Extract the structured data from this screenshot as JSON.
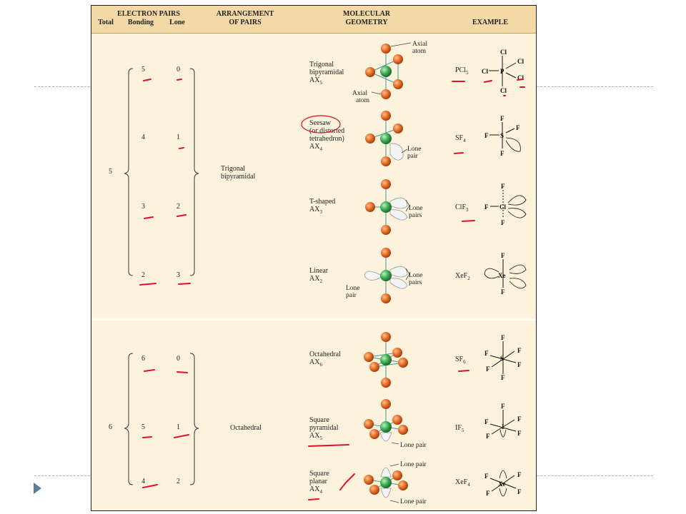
{
  "header": {
    "electron_pairs": "ELECTRON PAIRS",
    "total": "Total",
    "bonding": "Bonding",
    "lone": "Lone",
    "arrangement_l1": "ARRANGEMENT",
    "arrangement_l2": "OF PAIRS",
    "geometry_l1": "MOLECULAR",
    "geometry_l2": "GEOMETRY",
    "example": "EXAMPLE"
  },
  "groups": [
    {
      "total": "5",
      "arrangement_l1": "Trigonal",
      "arrangement_l2": "bipyramidal",
      "rows": [
        {
          "bonding": "5",
          "lone": "0",
          "geometry_lines": [
            "Trigonal",
            "bipyramidal"
          ],
          "ax_base": "AX",
          "ax_sub": "5",
          "example_base": "PCl",
          "example_sub": "5"
        },
        {
          "bonding": "4",
          "lone": "1",
          "geometry_lines": [
            "Seesaw",
            "(or distorted",
            "tetrahedron)"
          ],
          "ax_base": "AX",
          "ax_sub": "4",
          "example_base": "SF",
          "example_sub": "4"
        },
        {
          "bonding": "3",
          "lone": "2",
          "geometry_lines": [
            "T-shaped"
          ],
          "ax_base": "AX",
          "ax_sub": "3",
          "example_base": "ClF",
          "example_sub": "3"
        },
        {
          "bonding": "2",
          "lone": "3",
          "geometry_lines": [
            "Linear"
          ],
          "ax_base": "AX",
          "ax_sub": "2",
          "example_base": "XeF",
          "example_sub": "2"
        }
      ]
    },
    {
      "total": "6",
      "arrangement_l1": "Octahedral",
      "rows": [
        {
          "bonding": "6",
          "lone": "0",
          "geometry_lines": [
            "Octahedral"
          ],
          "ax_base": "AX",
          "ax_sub": "6",
          "example_base": "SF",
          "example_sub": "6"
        },
        {
          "bonding": "5",
          "lone": "1",
          "geometry_lines": [
            "Square",
            "pyramidal"
          ],
          "ax_base": "AX",
          "ax_sub": "5",
          "example_base": "IF",
          "example_sub": "5"
        },
        {
          "bonding": "4",
          "lone": "2",
          "geometry_lines": [
            "Square",
            "planar"
          ],
          "ax_base": "AX",
          "ax_sub": "4",
          "example_base": "XeF",
          "example_sub": "4"
        }
      ]
    }
  ],
  "annotations": {
    "axial_atom_top": [
      "Axial",
      "atom"
    ],
    "axial_atom_bottom": [
      "Axial",
      "atom"
    ],
    "lone_pair": [
      "Lone",
      "pair"
    ],
    "lone_pairs": [
      "Lone",
      "pairs"
    ],
    "lone_pair_single": "Lone pair"
  },
  "lewis_labels": {
    "cl": "Cl",
    "f": "F",
    "p": "P",
    "s": "S",
    "xe": "Xe",
    "i": "I"
  },
  "colors": {
    "header_bg": "#f3d9a6",
    "table_bg": "#fdf3dc",
    "outer_atom": "#e8702a",
    "central_atom": "#3fae55",
    "ink_annotation": "#e0102a",
    "slide_accent": "#5b7c99"
  }
}
